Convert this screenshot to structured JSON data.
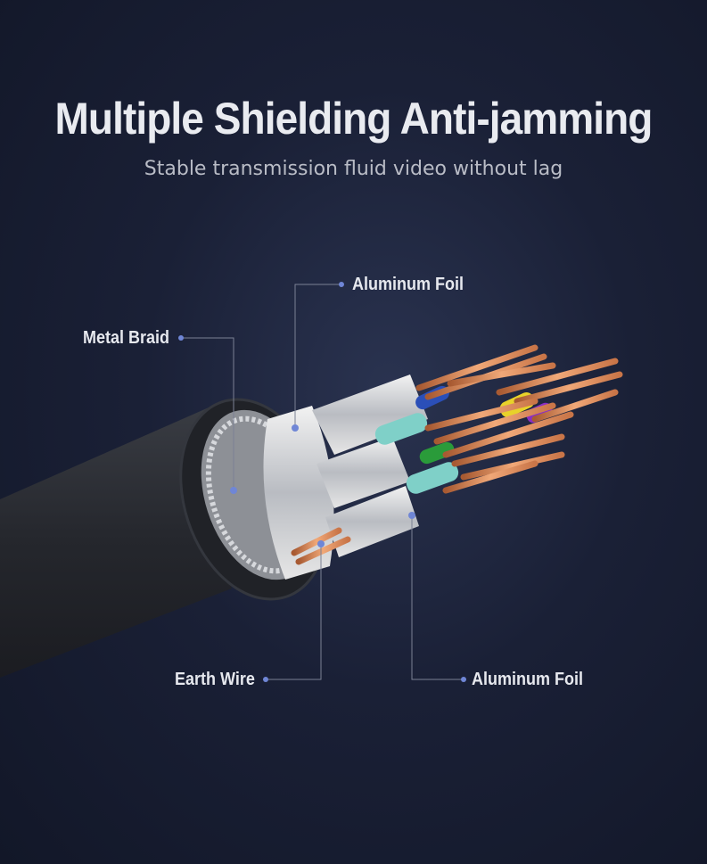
{
  "heading": {
    "title": "Multiple Shielding Anti-jamming",
    "subtitle": "Stable transmission fluid video without lag"
  },
  "callouts": {
    "aluminum_foil_top": "Aluminum Foil",
    "metal_braid": "Metal Braid",
    "earth_wire": "Earth Wire",
    "aluminum_foil_bottom": "Aluminum Foil"
  },
  "colors": {
    "background": "#1a2036",
    "cable_jacket": "#2b2d33",
    "copper": "#d98a5a",
    "callout_dot": "#6f86d6"
  }
}
